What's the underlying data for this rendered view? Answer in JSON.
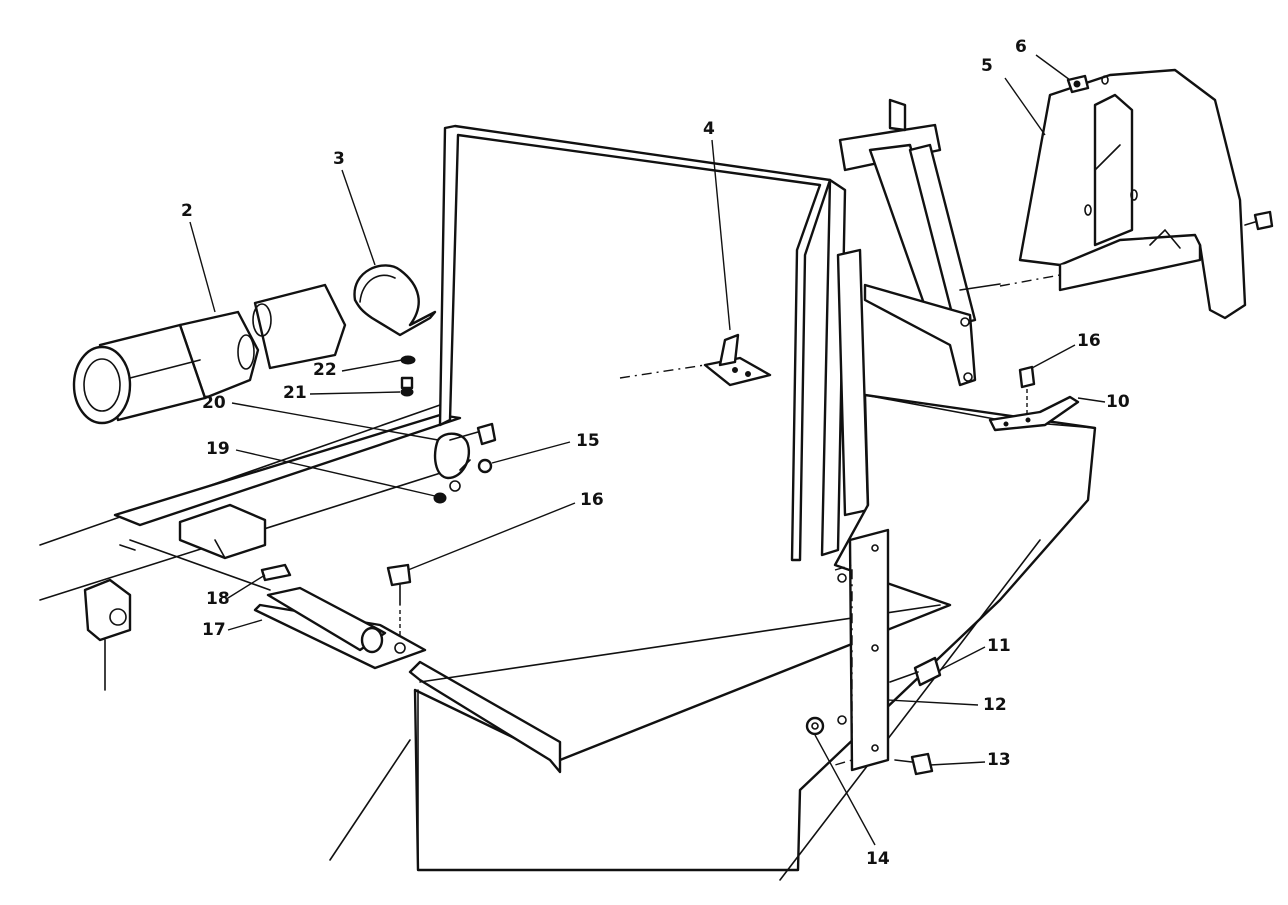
{
  "callouts": {
    "c2": "2",
    "c3": "3",
    "c4": "4",
    "c5": "5",
    "c6": "6",
    "c10": "10",
    "c11": "11",
    "c12": "12",
    "c13": "13",
    "c14": "14",
    "c15": "15",
    "c16a": "16",
    "c16b": "16",
    "c17": "17",
    "c18": "18",
    "c19": "19",
    "c20": "20",
    "c21": "21",
    "c22": "22"
  }
}
